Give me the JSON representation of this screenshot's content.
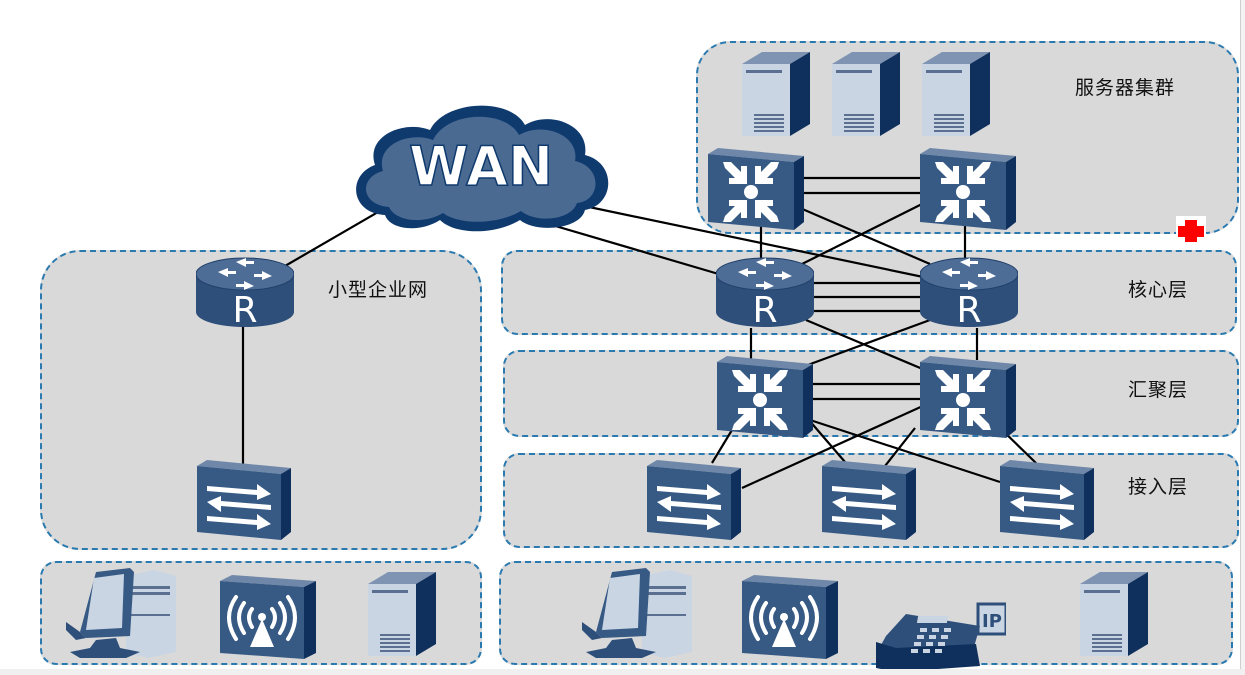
{
  "diagram": {
    "wan": {
      "label": "WAN"
    },
    "zones": {
      "server_cluster": {
        "label": "服务器集群"
      },
      "small_enterprise": {
        "label": "小型企业网"
      },
      "core": {
        "label": "核心层"
      },
      "aggregation": {
        "label": "汇聚层"
      },
      "access": {
        "label": "接入层"
      },
      "endpoints_left": {
        "label": ""
      },
      "endpoints_right": {
        "label": ""
      }
    },
    "devices": {
      "router_symbol": "R",
      "ip_phone_badge": "IP"
    },
    "colors": {
      "device_blue": "#2e4f7a",
      "device_dark": "#0f2f5c",
      "zone_fill": "#d9d9d9",
      "zone_border": "#2a7ab0",
      "link": "#000000",
      "marker_red": "#ff0000"
    }
  }
}
